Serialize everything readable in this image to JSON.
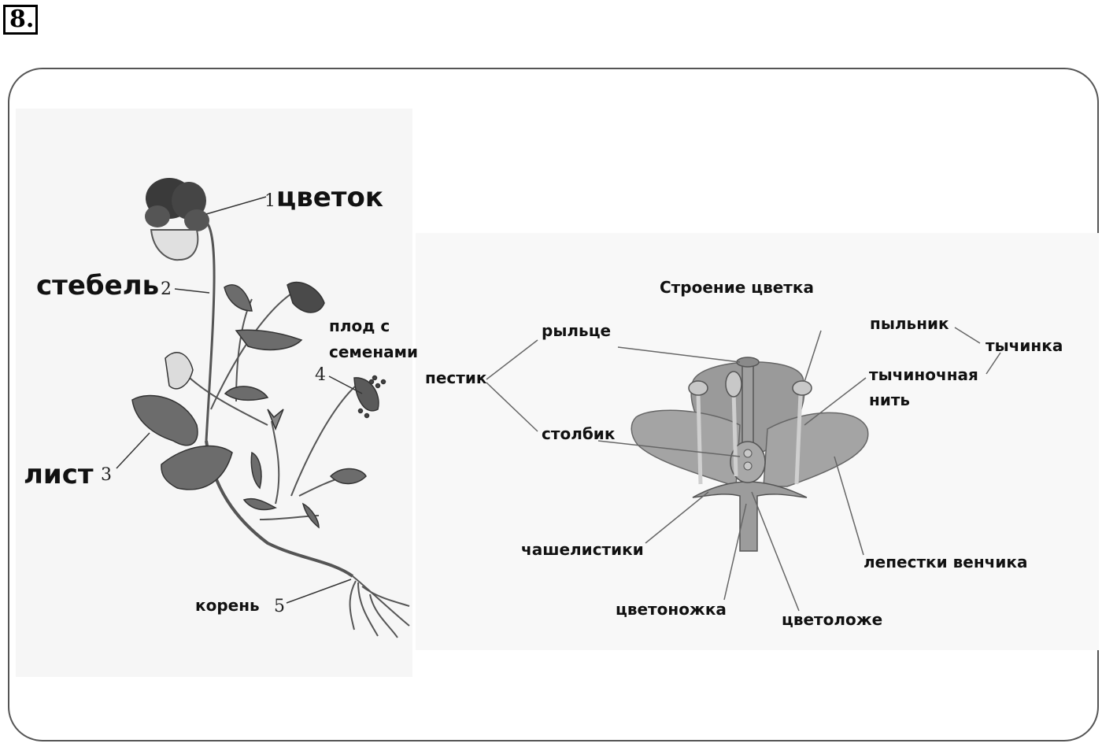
{
  "task_number": "8.",
  "plant": {
    "labels": [
      {
        "num": "1",
        "name": "цветок"
      },
      {
        "num": "2",
        "name": "стебель"
      },
      {
        "num": "3",
        "name": "лист"
      },
      {
        "num": "4",
        "name": "плод с семенами",
        "line1": "плод с",
        "line2": "семенами"
      },
      {
        "num": "5",
        "name": "корень"
      }
    ]
  },
  "flower": {
    "title": "Строение цветка",
    "pistil": "пестик",
    "stigma": "рыльце",
    "style": "столбик",
    "anther": "пыльник",
    "stamen": "тычинка",
    "filament_line1": "тычиночная",
    "filament_line2": "нить",
    "sepals": "чашелистики",
    "petals": "лепестки венчика",
    "pedicel": "цветоножка",
    "receptacle": "цветоложе"
  }
}
